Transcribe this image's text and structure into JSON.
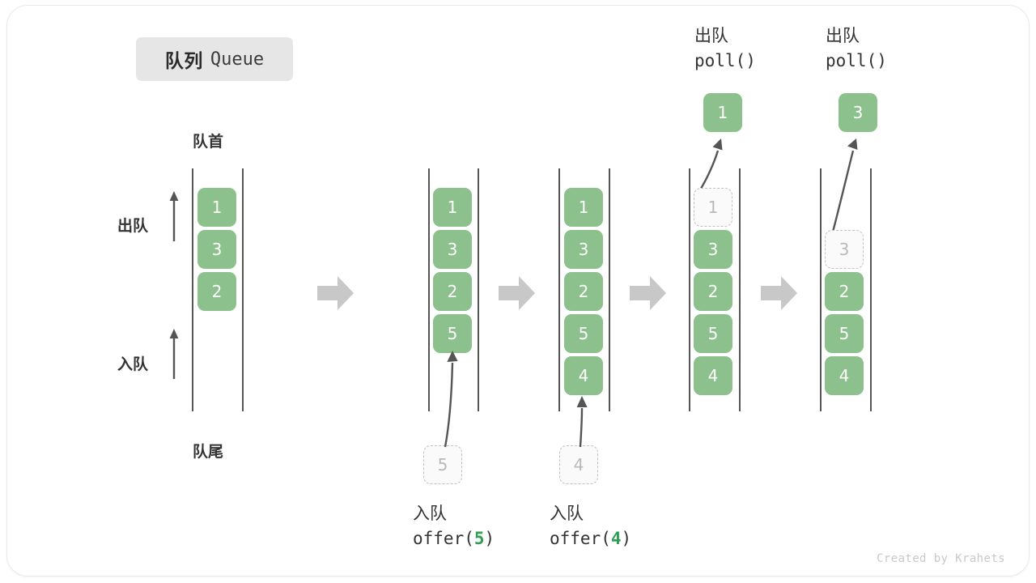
{
  "card": {
    "title_cn": "队列",
    "title_en": "Queue",
    "credit": "Created by Krahets"
  },
  "labels": {
    "head": "队首",
    "tail": "队尾",
    "dequeue": "出队",
    "enqueue": "入队"
  },
  "colors": {
    "box_fill": "#8cc08c",
    "box_text": "#ffffff",
    "ghost_border": "#c2c2c2",
    "ghost_text": "#b9b9b9",
    "rail": "#555555",
    "step_arrow": "#c8c8c8",
    "code_highlight": "#2e9e52",
    "chip_bg": "#e6e6e6"
  },
  "columns": [
    {
      "id": "initial",
      "slots": [
        {
          "value": "1",
          "state": "filled"
        },
        {
          "value": "3",
          "state": "filled"
        },
        {
          "value": "2",
          "state": "filled"
        }
      ]
    },
    {
      "id": "after-offer-5",
      "slots": [
        {
          "value": "1",
          "state": "filled"
        },
        {
          "value": "3",
          "state": "filled"
        },
        {
          "value": "2",
          "state": "filled"
        },
        {
          "value": "5",
          "state": "filled"
        }
      ],
      "incoming": {
        "value": "5"
      },
      "caption": {
        "cn": "入队",
        "code_prefix": "offer(",
        "code_value": "5",
        "code_suffix": ")"
      }
    },
    {
      "id": "after-offer-4",
      "slots": [
        {
          "value": "1",
          "state": "filled"
        },
        {
          "value": "3",
          "state": "filled"
        },
        {
          "value": "2",
          "state": "filled"
        },
        {
          "value": "5",
          "state": "filled"
        },
        {
          "value": "4",
          "state": "filled"
        }
      ],
      "incoming": {
        "value": "4"
      },
      "caption": {
        "cn": "入队",
        "code_prefix": "offer(",
        "code_value": "4",
        "code_suffix": ")"
      }
    },
    {
      "id": "after-poll-1",
      "slots": [
        {
          "value": "1",
          "state": "ghost"
        },
        {
          "value": "3",
          "state": "filled"
        },
        {
          "value": "2",
          "state": "filled"
        },
        {
          "value": "5",
          "state": "filled"
        },
        {
          "value": "4",
          "state": "filled"
        }
      ],
      "outgoing": {
        "value": "1"
      },
      "caption": {
        "cn": "出队",
        "code": "poll()"
      }
    },
    {
      "id": "after-poll-3",
      "slots": [
        {
          "value": "",
          "state": "empty"
        },
        {
          "value": "3",
          "state": "ghost"
        },
        {
          "value": "2",
          "state": "filled"
        },
        {
          "value": "5",
          "state": "filled"
        },
        {
          "value": "4",
          "state": "filled"
        }
      ],
      "outgoing": {
        "value": "3"
      },
      "caption": {
        "cn": "出队",
        "code": "poll()"
      }
    }
  ]
}
